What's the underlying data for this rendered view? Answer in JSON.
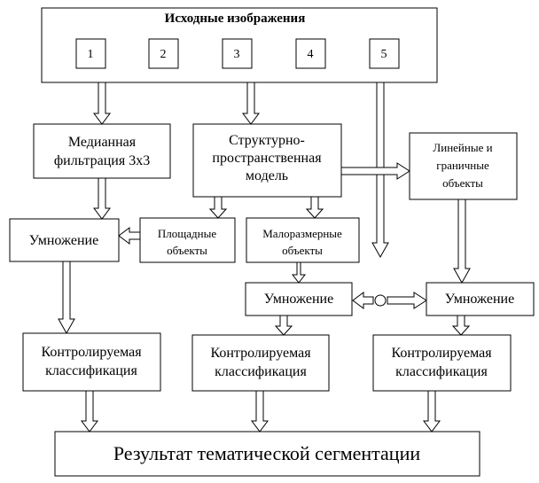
{
  "source": {
    "title": "Исходные изображения",
    "channels": [
      "1",
      "2",
      "3",
      "4",
      "5"
    ]
  },
  "median_filter": {
    "lines": [
      "Медианная",
      "фильтрация 3х3"
    ]
  },
  "spatial_model": {
    "lines": [
      "Структурно-",
      "пространственная",
      "модель"
    ]
  },
  "linear_objects": {
    "lines": [
      "Линейные и",
      "граничные",
      "объекты"
    ]
  },
  "area_objects": {
    "lines": [
      "Площадные",
      "объекты"
    ]
  },
  "small_objects": {
    "lines": [
      "Малоразмерные",
      "объекты"
    ]
  },
  "multiply": {
    "label": "Умножение"
  },
  "classification": {
    "lines": [
      "Контролируемая",
      "классификация"
    ]
  },
  "result": {
    "label": "Результат тематической сегментации"
  }
}
